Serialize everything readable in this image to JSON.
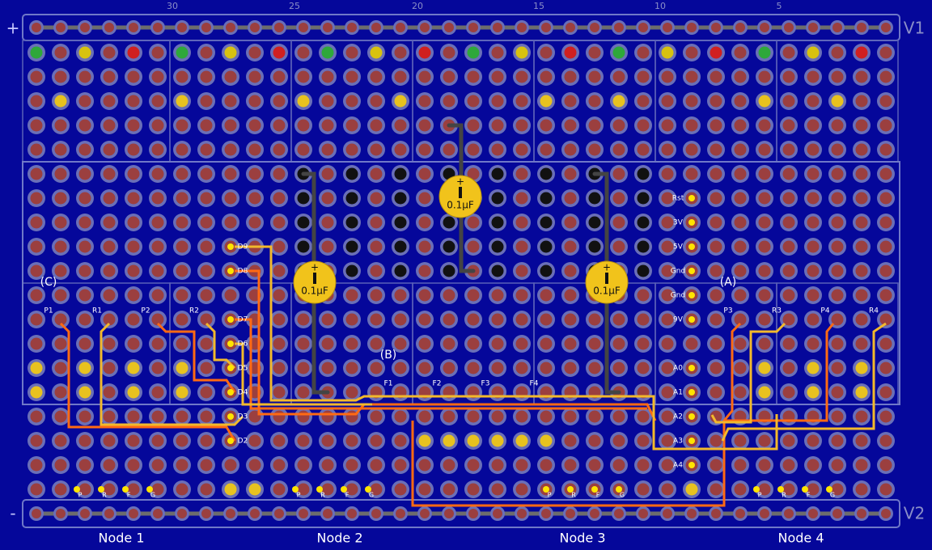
{
  "board": {
    "top_numbers": [
      "30",
      "25",
      "20",
      "15",
      "10",
      "5"
    ],
    "rail_plus_label": "+",
    "rail_minus_label": "-",
    "rail_top_name": "V1",
    "rail_bottom_name": "V2",
    "nodes": [
      "Node 1",
      "Node 2",
      "Node 3",
      "Node 4"
    ],
    "groups": [
      "(C)",
      "(B)",
      "(A)"
    ],
    "pin_labels_left": [
      "P1",
      "R1",
      "P2",
      "R2"
    ],
    "pin_labels_right": [
      "P3",
      "R3",
      "P4",
      "R4"
    ],
    "d_pins": [
      "D9",
      "D8",
      "D7",
      "D6",
      "D5",
      "D4",
      "D3",
      "D2"
    ],
    "f_pins": [
      "F1",
      "F2",
      "F3",
      "F4"
    ],
    "arduino_pins": [
      "Rst",
      "3V",
      "5V",
      "Gnd",
      "Gnd",
      "9V",
      "A0",
      "A1",
      "A2",
      "A3",
      "A4"
    ],
    "connector_letters": [
      "P",
      "R",
      "F",
      "G"
    ],
    "capacitors": [
      {
        "value": "0.1µF",
        "polarity": "+"
      },
      {
        "value": "0.1µF",
        "polarity": "+"
      },
      {
        "value": "0.1µF",
        "polarity": "+"
      }
    ]
  },
  "colors": {
    "background": "#05079a",
    "pad": "#9b3f3f",
    "pad_ring": "#7a7fbf",
    "rail": "#6d6d6d",
    "wire_orange": "#ff6a13",
    "wire_yellow": "#f2b92c",
    "capacitor": "#f1c31b",
    "jumper": "#444444"
  }
}
